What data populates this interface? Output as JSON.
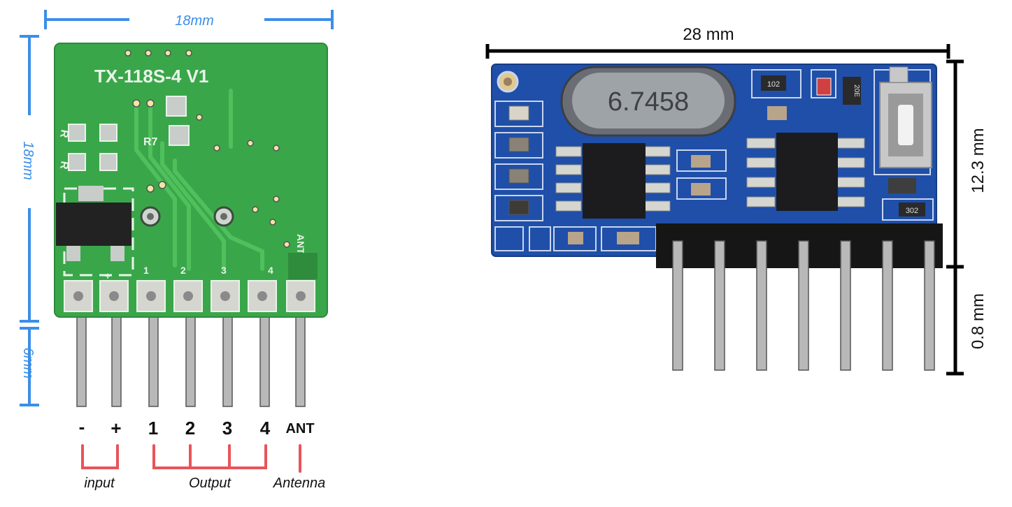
{
  "transmitter": {
    "board_label": "TX-118S-4 V1",
    "resistor_label": "R7",
    "silk_r_top": "R",
    "silk_r_bottom": "R",
    "silk_ant": "ANT",
    "pin_nums": [
      "1",
      "2",
      "3",
      "4"
    ],
    "silk_plus": "+",
    "width_label": "18mm",
    "height_label": "18mm",
    "pin_len_label": "6mm",
    "pins": [
      {
        "label": "-"
      },
      {
        "label": "+"
      },
      {
        "label": "1"
      },
      {
        "label": "2"
      },
      {
        "label": "3"
      },
      {
        "label": "4"
      },
      {
        "label": "ANT"
      }
    ],
    "groups": {
      "input": "input",
      "output": "Output",
      "antenna": "Antenna"
    },
    "colors": {
      "pcb": "#3aa64a",
      "dimension": "#3b8ee8",
      "bracket": "#e8545a"
    }
  },
  "receiver": {
    "crystal_label": "6.7458",
    "resistor_102": "102",
    "resistor_302": "302",
    "cap_label": "20E",
    "width_label": "28 mm",
    "height_label": "12.3 mm",
    "pin_len_label": "0.8 mm",
    "pin_count": 7,
    "colors": {
      "pcb": "#1f4fa8",
      "dimension": "#000000"
    }
  }
}
